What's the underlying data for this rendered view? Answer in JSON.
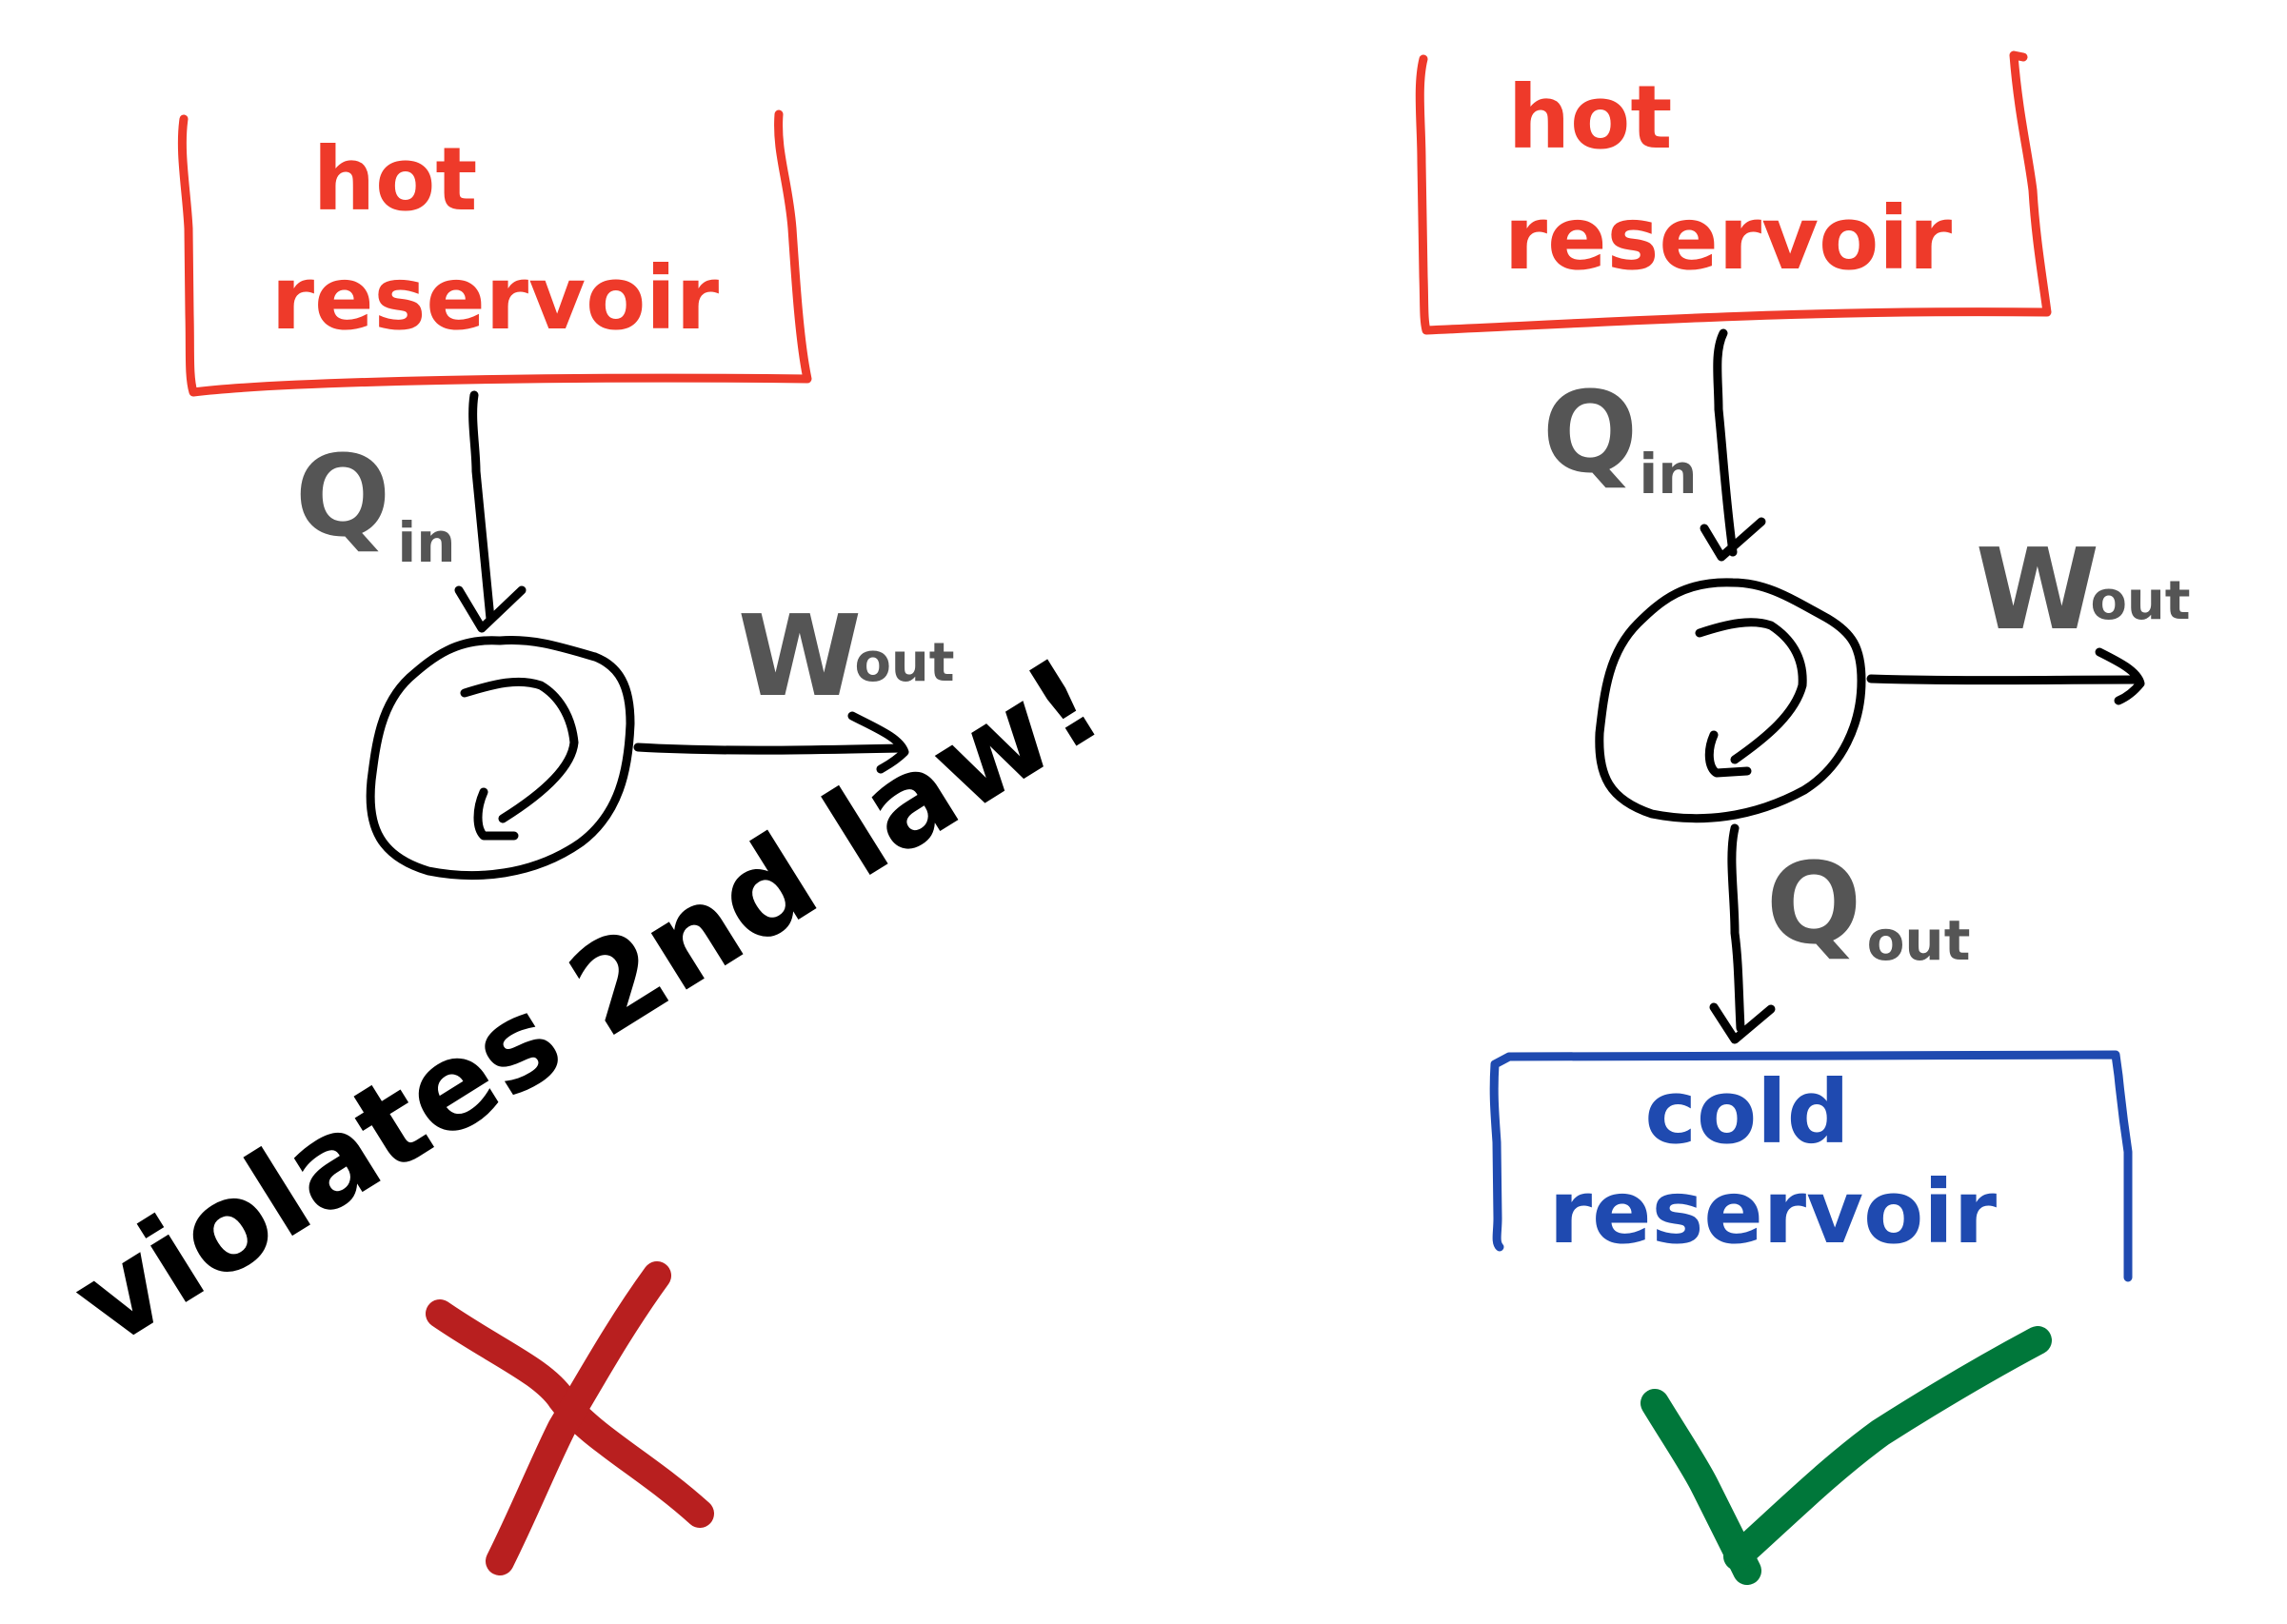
{
  "colors": {
    "ink": "#000000",
    "hot": "#ee3a2a",
    "cold": "#1f4ab0",
    "symbol": "#555555",
    "cross": "#b81f1f",
    "check": "#00773a"
  },
  "left": {
    "hot_line1": "hot",
    "hot_line2": "reservoir",
    "q_symbol": "Q",
    "q_sub": "in",
    "w_symbol": "W",
    "w_sub": "out",
    "note": "violates 2nd law!",
    "verdict_icon": "cross-icon"
  },
  "right": {
    "hot_line1": "hot",
    "hot_line2": "reservoir",
    "q_in_symbol": "Q",
    "q_in_sub": "in",
    "w_symbol": "W",
    "w_sub": "out",
    "q_out_symbol": "Q",
    "q_out_sub": "out",
    "cold_line1": "cold",
    "cold_line2": "reservoir",
    "verdict_icon": "check-icon"
  }
}
